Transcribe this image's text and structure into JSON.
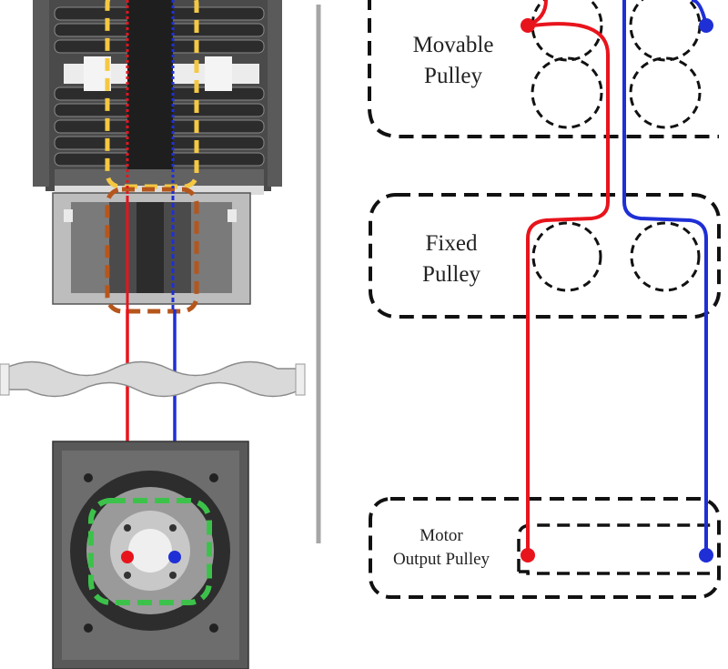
{
  "labels": {
    "movable_line1": "Movable",
    "movable_line2": "Pulley",
    "fixed_line1": "Fixed",
    "fixed_line2": "Pulley",
    "motor_line1": "Motor",
    "motor_line2": "Output Pulley"
  },
  "colors": {
    "cable_red": "#e8141c",
    "cable_blue": "#1f2fd6",
    "highlight_yellow": "#f5c842",
    "highlight_orange": "#b5561c",
    "highlight_green": "#3cc24a",
    "divider": "#a6a6a6",
    "mechanism_dark": "#3b3b3b",
    "mechanism_mid": "#6f6f6f",
    "mechanism_light": "#bdbdbd"
  },
  "icons": {
    "break_symbol": "wavy-break-icon",
    "anchor_point": "cable-anchor-dot-icon"
  }
}
